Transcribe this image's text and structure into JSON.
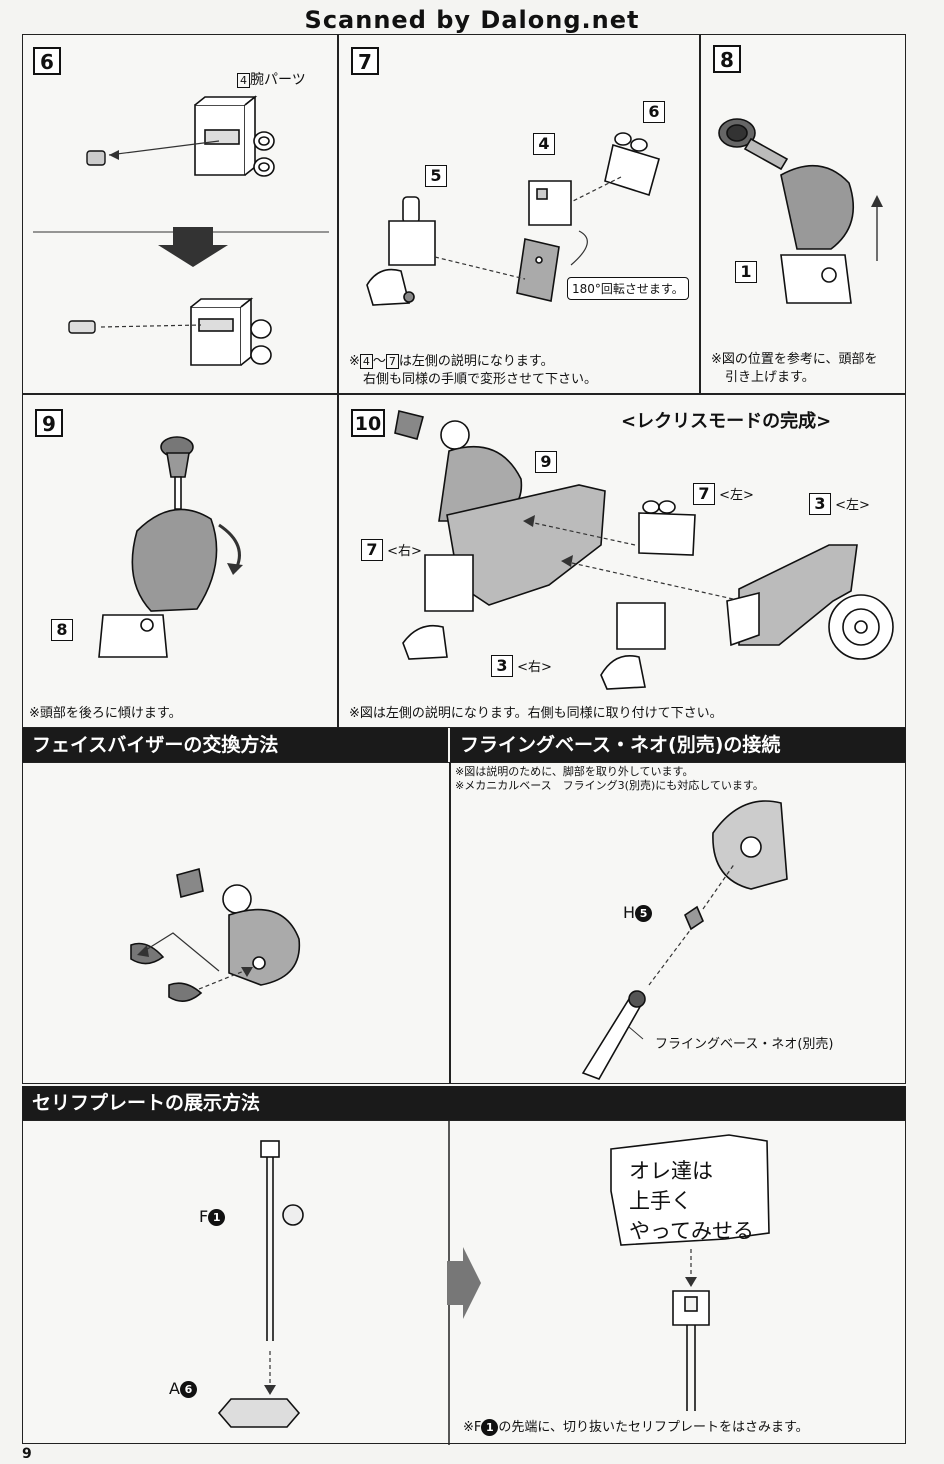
{
  "watermark": "Scanned by Dalong.net",
  "page_number": "9",
  "steps": {
    "s6": {
      "num": "6",
      "part_label_num": "4",
      "part_label": "腕パーツ"
    },
    "s7": {
      "num": "7",
      "callouts": [
        "5",
        "4",
        "6"
      ],
      "rotate": "180°回転させます。",
      "note_prefix": "※",
      "note_from": "4",
      "note_tilde": "～",
      "note_to": "7",
      "note_line1": "は左側の説明になります。",
      "note_line2": "右側も同様の手順で変形させて下さい。"
    },
    "s8": {
      "num": "8",
      "callout": "1",
      "note_line1": "※図の位置を参考に、頭部を",
      "note_line2": "引き上げます。"
    },
    "s9": {
      "num": "9",
      "callout": "8",
      "note": "※頭部を後ろに傾けます。"
    },
    "s10": {
      "num": "10",
      "title": "<レクリスモードの完成>",
      "callouts": [
        {
          "num": "9",
          "side": ""
        },
        {
          "num": "7",
          "side": "<左>"
        },
        {
          "num": "3",
          "side": "<左>"
        },
        {
          "num": "7",
          "side": "<右>"
        },
        {
          "num": "3",
          "side": "<右>"
        }
      ],
      "note": "※図は左側の説明になります。右側も同様に取り付けて下さい。"
    }
  },
  "face_visor": {
    "header": "フェイスバイザーの交換方法"
  },
  "flying_base": {
    "header": "フライングベース・ネオ(別売)の接続",
    "note_line1": "※図は説明のために、脚部を取り外しています。",
    "note_line2": "※メカニカルベース　フライング3(別売)にも対応しています。",
    "part_letter": "H",
    "part_num": "5",
    "base_label": "フライングベース・ネオ(別売)"
  },
  "serif_plate": {
    "header": "セリフプレートの展示方法",
    "part_f_letter": "F",
    "part_f_num": "1",
    "part_a_letter": "A",
    "part_a_num": "6",
    "speech_lines": [
      "オレ達は",
      "上手く",
      "やってみせる"
    ],
    "note_prefix": "※F",
    "note_num": "1",
    "note_text": "の先端に、切り抜いたセリフプレートをはさみます。"
  }
}
